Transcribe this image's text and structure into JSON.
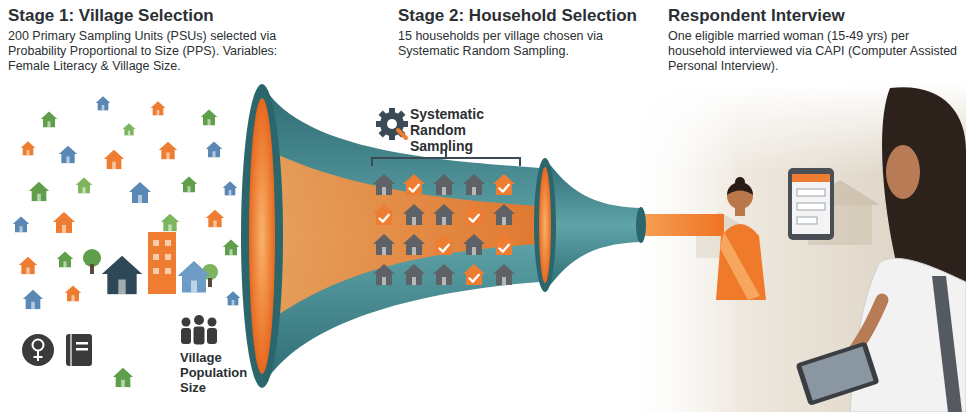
{
  "diagram": {
    "labels": [
      "Stage 1: Village Selection",
      "200 Primary Sampling Units (PSUs) selected via Probability Proportional to Size (PPS). Variables: Female Literacy & Village Size.",
      "Stage 2: Household Selection",
      "15 households per village chosen via Systematic Random Sampling.",
      "Respondent Interview",
      "One eligible married woman (15-49 yrs) per household interviewed via CAPI (Computer Assisted Personal Interview).",
      "Systematic Random Sampling",
      "Village Population Size"
    ]
  }
}
